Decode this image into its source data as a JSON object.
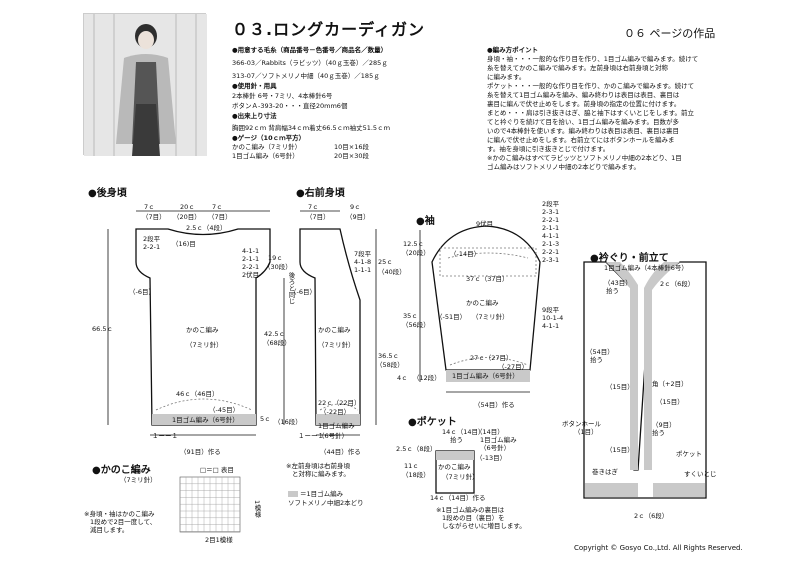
{
  "header": {
    "title": "０３.ロングカーディガン",
    "page_ref": "０６ ページの作品"
  },
  "info": {
    "yarn_head": "●用意する毛糸（商品番号－色番号／商品名／数量）",
    "yarn1": "366-03／Rabbits（ラビッツ）（40ｇ玉巻）／285ｇ",
    "yarn2": "313-07／ソフトメリノ中細（40ｇ玉巻）／185ｇ",
    "tools_head": "●使用針・用具",
    "tools1": "2本棒針 6号・7ミリ、4本棒針6号",
    "tools2": "ボタンＡ-393-20・・・直径20mm6個",
    "size_head": "●出来上り寸法",
    "size1": "胸囲92ｃｍ 背肩幅34ｃｍ着丈66.5ｃｍ袖丈51.5ｃｍ",
    "gauge_head": "●ゲージ（10ｃｍ平方）",
    "gauge1a": "かのこ編み（7ミリ針）",
    "gauge1b": "10目×16段",
    "gauge2a": "1目ゴム編み（6号針）",
    "gauge2b": "20目×30段"
  },
  "points": {
    "head": "●編み方ポイント",
    "lines": [
      "身頃・袖・・・一般的な作り目を作り、1目ゴム編みで編みます。続けて",
      "糸を替えてかのこ編みで編みます。左前身頃は右前身頃と対称",
      "に編みます。",
      "ポケット・・・一般的な作り目を作り、かのこ編みで編みます。続けて",
      "糸を替えて1目ゴム編みを編み、編み終わりは表目は表目、裏目は",
      "裏目に編んで伏せ止めをします。前身頃の指定の位置に付けます。",
      "まとめ・・・肩は引き抜きはぎ、脇と袖下はすくいとじをします。前立",
      "てと衿ぐりを続けて目を拾い、1目ゴム編みを編みます。目数が多",
      "いので4本棒針を使います。編み終わりは表目は表目、裏目は裏目",
      "に編んで伏せ止めをします。右前立てにはボタンホールを編みま",
      "す。袖を身頃に引き抜きとじで付けます。",
      "※かのこ編みはすべてラビッツとソフトメリノ中細の2本どり、1目",
      "ゴム編みはソフトメリノ中細の2本どりで編みます。"
    ]
  },
  "back": {
    "head": "●後身頃",
    "w1": "7ｃ",
    "w2": "20ｃ",
    "w3": "7ｃ",
    "s1": "（7目）",
    "s2": "（20目）",
    "s3": "（7目）",
    "neck": "2.5ｃ（4段）",
    "neck_st": "2段平",
    "neck_st2": "2-2-1",
    "neck_center": "（16)目",
    "right_a": "4-1-1",
    "right_b": "2-1-1",
    "right_c": "2-2-1",
    "right_d": "2伏目",
    "armh": "19ｃ",
    "armh_rows": "（30段）",
    "side_n": "（-6目）",
    "total_h": "66.5ｃ",
    "pattern": "かのこ編み",
    "needle": "（7ミリ針）",
    "body_h": "42.5ｃ",
    "body_rows": "（68段）",
    "width": "46ｃ（46目）",
    "dec": "（-45目）",
    "rib": "1目ゴム編み（6号針）",
    "rib_h": "5ｃ",
    "rib_rows": "（16段）",
    "cast": "（91目）作る",
    "mark": "１ーー１"
  },
  "front": {
    "head": "●右前身頃",
    "w1": "7ｃ",
    "w2": "9ｃ",
    "s1": "（7目）",
    "s2": "（9目）",
    "neck_a": "7段平",
    "neck_b": "4-1-8",
    "neck_c": "1-1-1",
    "neck_h": "25ｃ",
    "neck_rows": "（40段）",
    "side_note": "後ろと同じ",
    "side_n": "（-6目）",
    "pattern": "かのこ編み",
    "needle": "（7ミリ針）",
    "total_h": "36.5ｃ",
    "total_rows": "（58段）",
    "width": "22ｃ（22目）",
    "dec": "（-22目）",
    "rib": "1目ゴム編み",
    "rib2": "（6号針）",
    "cast": "（44目）作る",
    "mark": "１ーー１"
  },
  "sleeve": {
    "head": "●袖",
    "cap_top": "9伏目",
    "cap_rows": "2段平",
    "cap_list": [
      "2-3-1",
      "2-2-1",
      "2-1-1",
      "4-1-1",
      "2-1-3",
      "2-2-1",
      "2-3-1"
    ],
    "cap_h": "12.5ｃ",
    "cap_rows_n": "（20段）",
    "cap_side": "（-14目）",
    "width": "37ｃ（37目）",
    "pattern": "かのこ編み",
    "needle": "（7ミリ針）",
    "inc": "（-51目）",
    "len": "35ｃ",
    "len_rows": "（56段）",
    "side_a": "9段平",
    "side_b": "10-1-4",
    "side_c": "4-1-1",
    "rib_w": "27ｃ（27目）",
    "rib_dec": "（-27目）",
    "rib": "1目ゴム編み（6号針）",
    "rib_h": "4ｃ",
    "rib_rows": "（12段）",
    "cast": "（54目）作る"
  },
  "band": {
    "head": "●衿ぐり・前立て",
    "sub": "1目ゴム編み（4本棒針6号）",
    "pick1": "（43目）",
    "pick1b": "拾う",
    "top": "2ｃ（6段）",
    "pick2": "（54目）",
    "pick2b": "拾う",
    "pick3": "（15目）",
    "pick4": "（15目）",
    "pick5": "（1目）",
    "btn": "ボタンホール",
    "btn2": "（1目）",
    "corner": "角（+2目）",
    "pick6": "（9目）",
    "pick6b": "拾う",
    "pick7": "（15目）",
    "pick7b": "（15目）",
    "stitch": "巻きはぎ",
    "pocket": "ポケット",
    "sukui": "すくいとじ",
    "bottom": "2ｃ（6段）"
  },
  "pocket": {
    "head": "●ポケット",
    "w": "14ｃ（14目）",
    "pick": "拾う",
    "top": "（14目）",
    "rib": "1目ゴム編み",
    "rib2": "（6号針）",
    "dec": "（-13目）",
    "h1": "2.5ｃ（8段）",
    "h2": "11ｃ",
    "h2r": "（18段）",
    "pattern": "かのこ編み",
    "needle": "（7ミリ針）",
    "cast": "14ｃ（14目）作る",
    "note1": "※1目ゴム編みの裏目は",
    "note2": "1段めの目（裏目）を",
    "note3": "しながらせいに増目します。"
  },
  "kanoko": {
    "head": "●かのこ編み",
    "needle": "（7ミリ針）",
    "legend": "□＝□ 表目",
    "rep": "2目1模様",
    "row": "1模様",
    "note1": "※身頃・袖はかのこ編み",
    "note2": "1段めで2目一度して、",
    "note3": "減目します。"
  },
  "legend": {
    "gauge_note": "※左前身頃は右前身頃",
    "gauge_note2": "と対称に編みます。",
    "rib_legend": "＝1目ゴム編み",
    "rib_legend2": "ソフトメリノ中細2本どり"
  },
  "footer": {
    "copyright": "Copyright © Gosyo Co.,Ltd. All Rights Reserved."
  }
}
